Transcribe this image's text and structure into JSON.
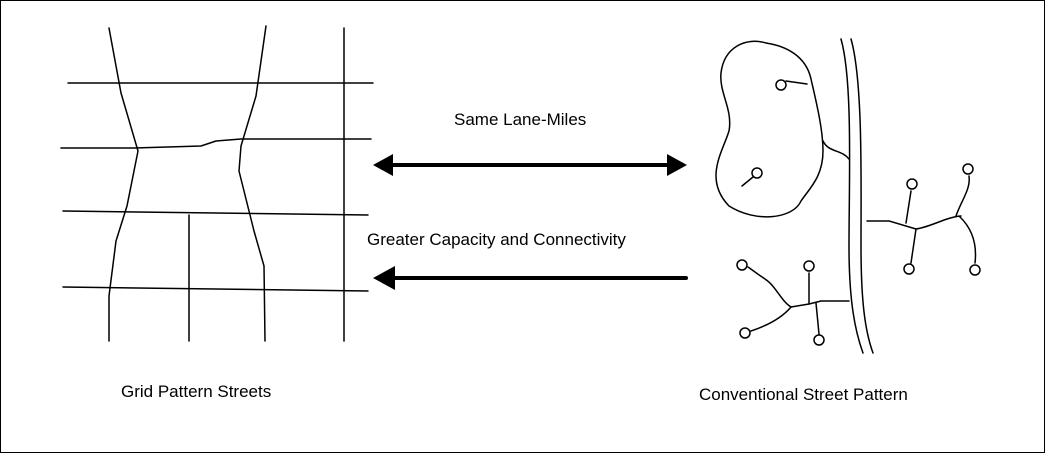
{
  "labels": {
    "same_lane_miles": "Same Lane-Miles",
    "greater_capacity": "Greater Capacity and Connectivity",
    "grid_pattern": "Grid Pattern Streets",
    "conventional_pattern": "Conventional Street Pattern"
  },
  "colors": {
    "line": "#000000",
    "background": "#ffffff"
  }
}
